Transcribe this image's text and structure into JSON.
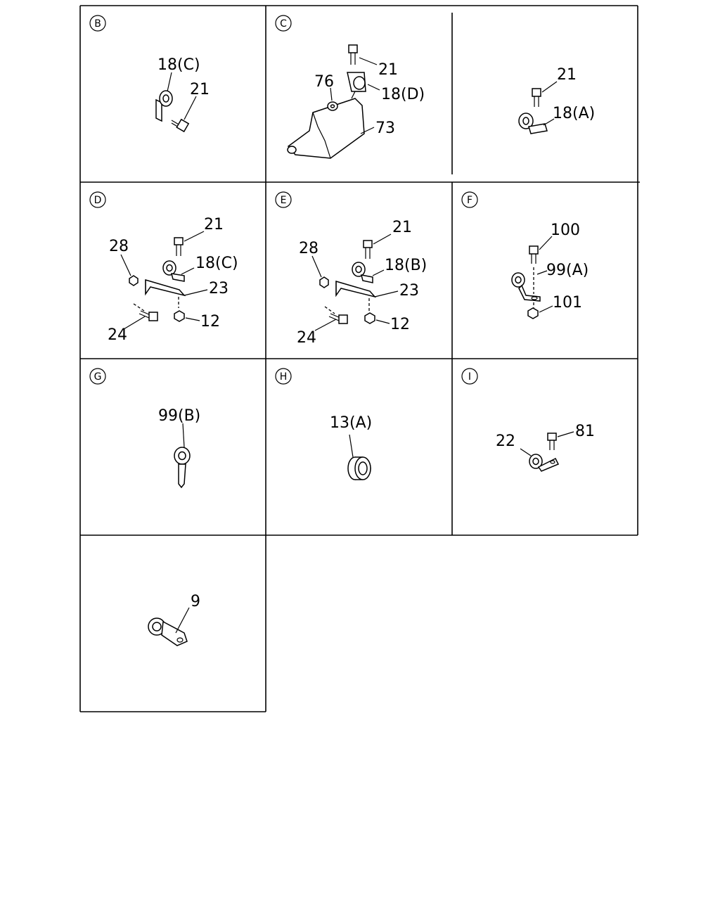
{
  "panels": [
    {
      "id": "B",
      "letter": "B",
      "labels": [
        "18(C)",
        "21"
      ]
    },
    {
      "id": "C",
      "letter": "C",
      "labels": [
        "21",
        "76",
        "18(D)",
        "73"
      ]
    },
    {
      "id": "C2",
      "letter": "",
      "labels": [
        "21",
        "18(A)"
      ]
    },
    {
      "id": "D",
      "letter": "D",
      "labels": [
        "21",
        "28",
        "18(C)",
        "23",
        "24",
        "12"
      ]
    },
    {
      "id": "E",
      "letter": "E",
      "labels": [
        "21",
        "28",
        "18(B)",
        "23",
        "24",
        "12"
      ]
    },
    {
      "id": "F",
      "letter": "F",
      "labels": [
        "100",
        "99(A)",
        "101"
      ]
    },
    {
      "id": "G",
      "letter": "G",
      "labels": [
        "99(B)"
      ]
    },
    {
      "id": "H",
      "letter": "H",
      "labels": [
        "13(A)"
      ]
    },
    {
      "id": "I",
      "letter": "I",
      "labels": [
        "81",
        "22"
      ]
    },
    {
      "id": "J",
      "letter": "",
      "labels": [
        "9"
      ]
    }
  ]
}
